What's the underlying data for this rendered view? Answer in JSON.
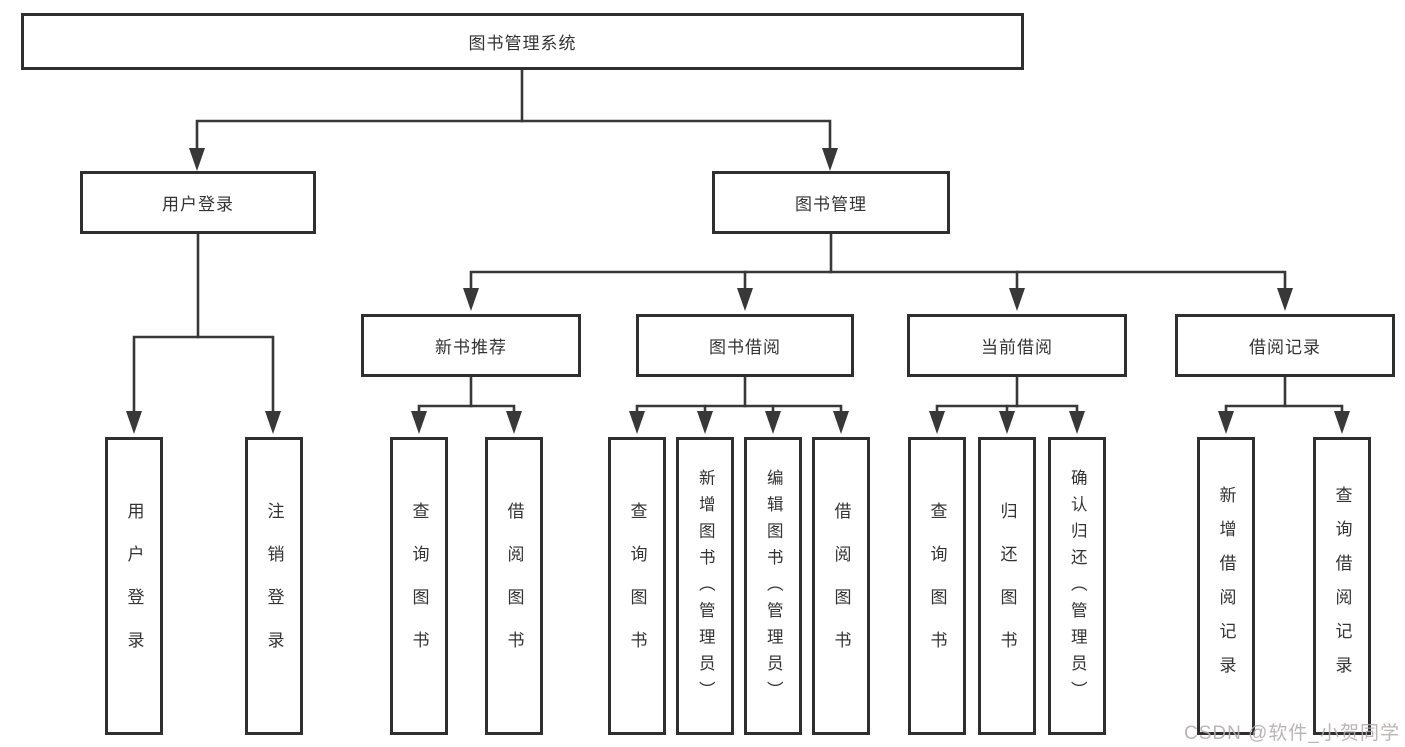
{
  "diagram": {
    "title": "图书管理系统",
    "type": "hierarchy-tree",
    "colors": {
      "line": "#383838",
      "box_border": "#2f2f2f",
      "text": "#333333",
      "background": "#ffffff",
      "watermark": "#b5acae"
    },
    "root": {
      "label": "图书管理系统"
    },
    "level2": [
      {
        "label": "用户登录",
        "children": [
          "用户登录",
          "注销登录"
        ]
      },
      {
        "label": "图书管理"
      }
    ],
    "level3": [
      {
        "label": "新书推荐",
        "children": [
          "查询图书",
          "借阅图书"
        ]
      },
      {
        "label": "图书借阅",
        "children": [
          "查询图书",
          "新增图书（管理员）",
          "编辑图书（管理员）",
          "借阅图书"
        ]
      },
      {
        "label": "当前借阅",
        "children": [
          "查询图书",
          "归还图书",
          "确认归还（管理员）"
        ]
      },
      {
        "label": "借阅记录",
        "children": [
          "新增借阅记录",
          "查询借阅记录"
        ]
      }
    ],
    "watermark": "CSDN @软件_小贺同学"
  }
}
